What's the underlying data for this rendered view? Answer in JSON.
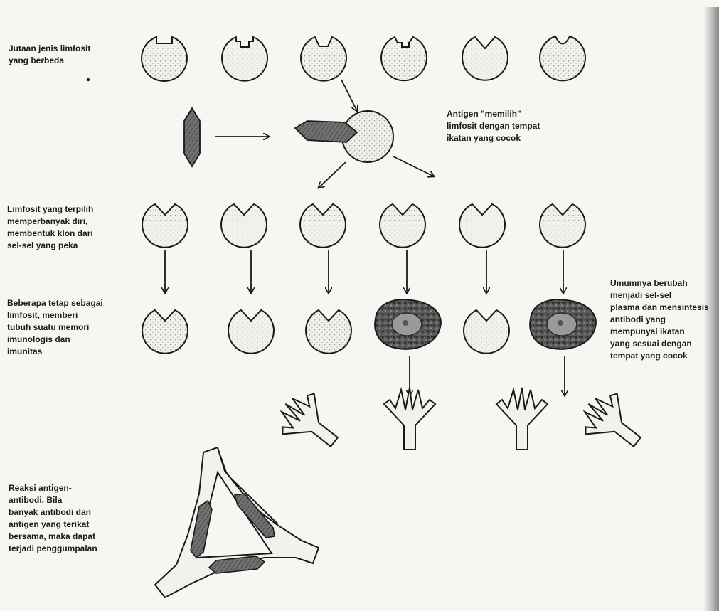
{
  "labels": {
    "row1": "Jutaan jenis limfosit\nyang berbeda",
    "antigen": "Antigen \"memilih\"\nlimfosit dengan tempat\nikatan yang cocok",
    "row2": "Limfosit yang terpilih\nmemperbanyak diri,\nmembentuk klon dari\nsel-sel yang peka",
    "row3": "Beberapa tetap sebagai\nlimfosit, memberi\ntubuh suatu memori\nimunologis dan\nimunitas",
    "plasma": "Umumnya berubah\nmenjadi sel-sel\nplasma dan mensintesis\nantibodi yang\nmempunyai ikatan\nyang sesuai dengan\ntempat yang cocok",
    "reaction": "Reaksi antigen-\nantibodi. Bila\nbanyak antibodi dan\nantigen yang terikat\nbersama, maka dapat\nterjadi penggumpalan"
  },
  "colors": {
    "ink": "#1a1a1a",
    "cell_fill": "#f2f1ec",
    "antigen_fill": "#6b6b6b",
    "plasma_fill": "#4a4a4a"
  }
}
